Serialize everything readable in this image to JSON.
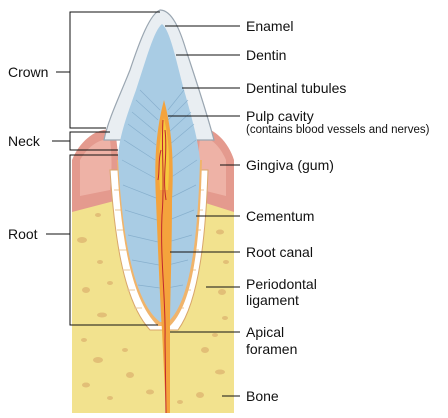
{
  "labels": {
    "crown": "Crown",
    "neck": "Neck",
    "root": "Root",
    "enamel": "Enamel",
    "dentin": "Dentin",
    "dentinal_tubules": "Dentinal tubules",
    "pulp_cavity": "Pulp cavity",
    "pulp_cavity_note": "(contains blood vessels and nerves)",
    "gingiva": "Gingiva (gum)",
    "cementum": "Cementum",
    "root_canal": "Root canal",
    "periodontal_line1": "Periodontal",
    "periodontal_line2": "ligament",
    "apical_line1": "Apical",
    "apical_line2": "foramen",
    "bone": "Bone"
  },
  "colors": {
    "bone": "#f2e28e",
    "bone_spots": "#e6c27a",
    "gingiva": "#e49a8e",
    "gingiva_light": "#f4c7bd",
    "enamel": "#e9eef2",
    "dentin": "#a9cce4",
    "pulp": "#f4a33c",
    "pulp_core": "#f6c93c",
    "vessel": "#c1272d",
    "cementum": "#f0b46b",
    "ligament": "#ffffff"
  }
}
